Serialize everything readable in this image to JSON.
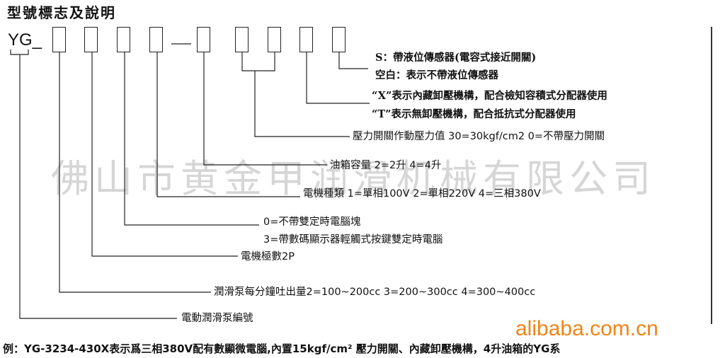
{
  "title": "型號標志及說明",
  "model_prefix": "YG_",
  "separator": "—",
  "watermark": "佛山市黄金甲润滑机械有限公司",
  "brand": "alibaba.com.cn",
  "codes": [
    {
      "text": "S：帶液位傳感器(電容式接近開關)",
      "bold": true
    },
    {
      "text": "空白：表示不帶液位傳感器",
      "bold": true
    },
    {
      "text": "“X”表示內藏卸壓機構，配合檢知容積式分配器使用",
      "bold": true
    },
    {
      "text": "“T”表示無卸壓機構，配合抵抗式分配器使用",
      "bold": true
    },
    {
      "text": "壓力開關作動壓力值 30=30kgf/cm2  0=不帶壓力開關",
      "bold": false
    },
    {
      "text": "油箱容量  2=2升  4=4升",
      "bold": false
    },
    {
      "text": "電機種類  1=單相100V  2=單相220V   4=三相380V",
      "bold": false
    },
    {
      "text": "0=不帶雙定時電腦塊",
      "bold": false
    },
    {
      "text": "3=帶數碼顯示器輕觸式按鍵雙定時電腦",
      "bold": false
    },
    {
      "text": "電機極數2P",
      "bold": false
    },
    {
      "text": "潤滑泵每分鐘吐出量2=100~200cc 3=200~300cc  4=300~400cc",
      "bold": false
    },
    {
      "text": "電動潤滑泵編號",
      "bold": false
    }
  ],
  "example": "例：YG-3234-430X表示爲三相380V配有數顯微電腦,內置15kgf/cm² 壓力開關、內藏卸壓機構，4升油箱的YG系"
}
